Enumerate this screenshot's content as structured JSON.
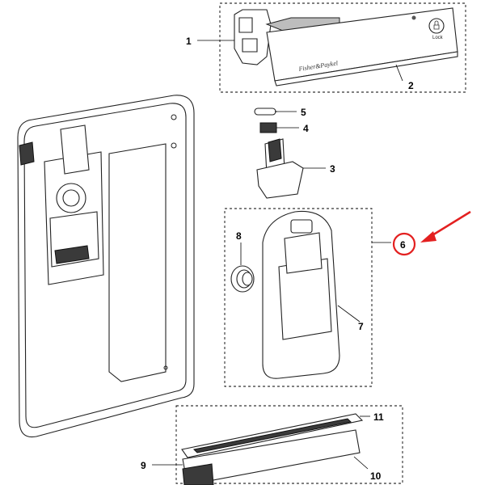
{
  "callouts": {
    "c1": "1",
    "c2": "2",
    "c3": "3",
    "c4": "4",
    "c5": "5",
    "c6": "6",
    "c7": "7",
    "c8": "8",
    "c9": "9",
    "c10": "10",
    "c11": "11"
  },
  "control_panel": {
    "brand_text": "Fisher&Paykel",
    "lock_label": "Lock"
  },
  "highlight": {
    "target_callout": "6",
    "color": "#e32020"
  }
}
